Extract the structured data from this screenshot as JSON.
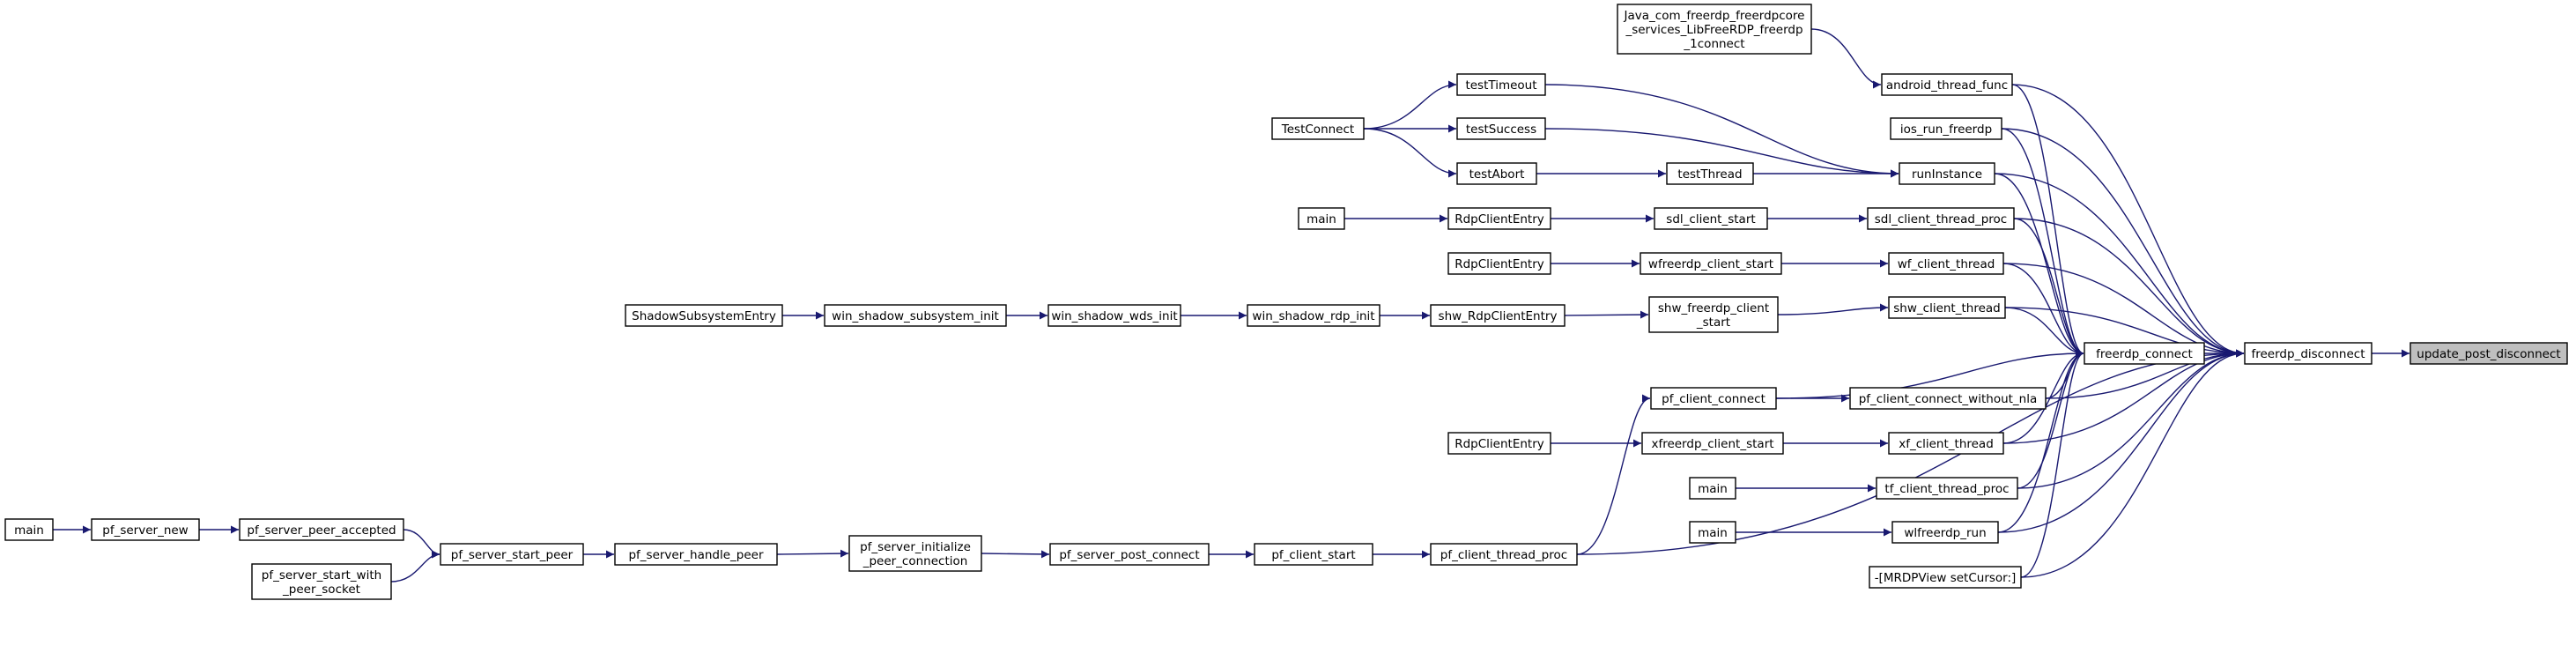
{
  "graph": {
    "title": "",
    "edge_color": "#191970",
    "root_fill": "#bfbfbf",
    "nodes": [
      {
        "id": "update_post_disconnect",
        "lines": [
          "update_post_disconnect"
        ]
      },
      {
        "id": "freerdp_disconnect",
        "lines": [
          "freerdp_disconnect"
        ]
      },
      {
        "id": "freerdp_connect",
        "lines": [
          "freerdp_connect"
        ]
      },
      {
        "id": "android_thread_func",
        "lines": [
          "android_thread_func"
        ]
      },
      {
        "id": "java_connect",
        "lines": [
          "Java_com_freerdp_freerdpcore",
          "_services_LibFreeRDP_freerdp",
          "_1connect"
        ]
      },
      {
        "id": "ios_run_freerdp",
        "lines": [
          "ios_run_freerdp"
        ]
      },
      {
        "id": "runInstance",
        "lines": [
          "runInstance"
        ]
      },
      {
        "id": "testTimeout",
        "lines": [
          "testTimeout"
        ]
      },
      {
        "id": "testSuccess",
        "lines": [
          "testSuccess"
        ]
      },
      {
        "id": "testAbort",
        "lines": [
          "testAbort"
        ]
      },
      {
        "id": "testThread",
        "lines": [
          "testThread"
        ]
      },
      {
        "id": "TestConnect",
        "lines": [
          "TestConnect"
        ]
      },
      {
        "id": "sdl_client_thread_proc",
        "lines": [
          "sdl_client_thread_proc"
        ]
      },
      {
        "id": "sdl_client_start",
        "lines": [
          "sdl_client_start"
        ]
      },
      {
        "id": "RdpClientEntry_1",
        "lines": [
          "RdpClientEntry"
        ]
      },
      {
        "id": "main_1",
        "lines": [
          "main"
        ]
      },
      {
        "id": "wf_client_thread",
        "lines": [
          "wf_client_thread"
        ]
      },
      {
        "id": "wfreerdp_client_start",
        "lines": [
          "wfreerdp_client_start"
        ]
      },
      {
        "id": "RdpClientEntry_2",
        "lines": [
          "RdpClientEntry"
        ]
      },
      {
        "id": "shw_client_thread",
        "lines": [
          "shw_client_thread"
        ]
      },
      {
        "id": "shw_freerdp_client_start",
        "lines": [
          "shw_freerdp_client",
          "_start"
        ]
      },
      {
        "id": "shw_RdpClientEntry",
        "lines": [
          "shw_RdpClientEntry"
        ]
      },
      {
        "id": "win_shadow_rdp_init",
        "lines": [
          "win_shadow_rdp_init"
        ]
      },
      {
        "id": "win_shadow_wds_init",
        "lines": [
          "win_shadow_wds_init"
        ]
      },
      {
        "id": "win_shadow_subsystem_init",
        "lines": [
          "win_shadow_subsystem_init"
        ]
      },
      {
        "id": "ShadowSubsystemEntry",
        "lines": [
          "ShadowSubsystemEntry"
        ]
      },
      {
        "id": "pf_client_connect",
        "lines": [
          "pf_client_connect"
        ]
      },
      {
        "id": "pf_client_connect_without_nla",
        "lines": [
          "pf_client_connect_without_nla"
        ]
      },
      {
        "id": "xf_client_thread",
        "lines": [
          "xf_client_thread"
        ]
      },
      {
        "id": "xfreerdp_client_start",
        "lines": [
          "xfreerdp_client_start"
        ]
      },
      {
        "id": "RdpClientEntry_3",
        "lines": [
          "RdpClientEntry"
        ]
      },
      {
        "id": "tf_client_thread_proc",
        "lines": [
          "tf_client_thread_proc"
        ]
      },
      {
        "id": "main_2",
        "lines": [
          "main"
        ]
      },
      {
        "id": "wlfreerdp_run",
        "lines": [
          "wlfreerdp_run"
        ]
      },
      {
        "id": "main_3",
        "lines": [
          "main"
        ]
      },
      {
        "id": "mrdpview_setcursor",
        "lines": [
          "-[MRDPView setCursor:]"
        ]
      },
      {
        "id": "pf_client_thread_proc",
        "lines": [
          "pf_client_thread_proc"
        ]
      },
      {
        "id": "pf_client_start",
        "lines": [
          "pf_client_start"
        ]
      },
      {
        "id": "pf_server_post_connect",
        "lines": [
          "pf_server_post_connect"
        ]
      },
      {
        "id": "pf_server_initialize_peer_connection",
        "lines": [
          "pf_server_initialize",
          "_peer_connection"
        ]
      },
      {
        "id": "pf_server_handle_peer",
        "lines": [
          "pf_server_handle_peer"
        ]
      },
      {
        "id": "pf_server_start_peer",
        "lines": [
          "pf_server_start_peer"
        ]
      },
      {
        "id": "pf_server_peer_accepted",
        "lines": [
          "pf_server_peer_accepted"
        ]
      },
      {
        "id": "pf_server_start_with_peer_socket",
        "lines": [
          "pf_server_start_with",
          "_peer_socket"
        ]
      },
      {
        "id": "pf_server_new",
        "lines": [
          "pf_server_new"
        ]
      },
      {
        "id": "main_4",
        "lines": [
          "main"
        ]
      }
    ],
    "edges": [
      [
        "freerdp_disconnect",
        "update_post_disconnect"
      ],
      [
        "freerdp_connect",
        "freerdp_disconnect"
      ],
      [
        "android_thread_func",
        "freerdp_disconnect"
      ],
      [
        "ios_run_freerdp",
        "freerdp_disconnect"
      ],
      [
        "runInstance",
        "freerdp_disconnect"
      ],
      [
        "sdl_client_thread_proc",
        "freerdp_disconnect"
      ],
      [
        "wf_client_thread",
        "freerdp_disconnect"
      ],
      [
        "shw_client_thread",
        "freerdp_disconnect"
      ],
      [
        "pf_client_connect_without_nla",
        "freerdp_disconnect"
      ],
      [
        "xf_client_thread",
        "freerdp_disconnect"
      ],
      [
        "tf_client_thread_proc",
        "freerdp_disconnect"
      ],
      [
        "wlfreerdp_run",
        "freerdp_disconnect"
      ],
      [
        "mrdpview_setcursor",
        "freerdp_disconnect"
      ],
      [
        "pf_client_thread_proc",
        "freerdp_disconnect"
      ],
      [
        "android_thread_func",
        "freerdp_connect"
      ],
      [
        "ios_run_freerdp",
        "freerdp_connect"
      ],
      [
        "runInstance",
        "freerdp_connect"
      ],
      [
        "sdl_client_thread_proc",
        "freerdp_connect"
      ],
      [
        "wf_client_thread",
        "freerdp_connect"
      ],
      [
        "shw_client_thread",
        "freerdp_connect"
      ],
      [
        "pf_client_connect",
        "freerdp_connect"
      ],
      [
        "pf_client_connect_without_nla",
        "freerdp_connect"
      ],
      [
        "xf_client_thread",
        "freerdp_connect"
      ],
      [
        "tf_client_thread_proc",
        "freerdp_connect"
      ],
      [
        "wlfreerdp_run",
        "freerdp_connect"
      ],
      [
        "mrdpview_setcursor",
        "freerdp_connect"
      ],
      [
        "java_connect",
        "android_thread_func"
      ],
      [
        "testTimeout",
        "runInstance"
      ],
      [
        "testSuccess",
        "runInstance"
      ],
      [
        "testThread",
        "runInstance"
      ],
      [
        "TestConnect",
        "testTimeout"
      ],
      [
        "TestConnect",
        "testSuccess"
      ],
      [
        "TestConnect",
        "testAbort"
      ],
      [
        "testAbort",
        "testThread"
      ],
      [
        "sdl_client_start",
        "sdl_client_thread_proc"
      ],
      [
        "RdpClientEntry_1",
        "sdl_client_start"
      ],
      [
        "main_1",
        "RdpClientEntry_1"
      ],
      [
        "wfreerdp_client_start",
        "wf_client_thread"
      ],
      [
        "RdpClientEntry_2",
        "wfreerdp_client_start"
      ],
      [
        "shw_freerdp_client_start",
        "shw_client_thread"
      ],
      [
        "shw_RdpClientEntry",
        "shw_freerdp_client_start"
      ],
      [
        "win_shadow_rdp_init",
        "shw_RdpClientEntry"
      ],
      [
        "win_shadow_wds_init",
        "win_shadow_rdp_init"
      ],
      [
        "win_shadow_subsystem_init",
        "win_shadow_wds_init"
      ],
      [
        "ShadowSubsystemEntry",
        "win_shadow_subsystem_init"
      ],
      [
        "pf_client_connect",
        "pf_client_connect_without_nla"
      ],
      [
        "pf_client_thread_proc",
        "pf_client_connect"
      ],
      [
        "xfreerdp_client_start",
        "xf_client_thread"
      ],
      [
        "RdpClientEntry_3",
        "xfreerdp_client_start"
      ],
      [
        "main_2",
        "tf_client_thread_proc"
      ],
      [
        "main_3",
        "wlfreerdp_run"
      ],
      [
        "pf_client_start",
        "pf_client_thread_proc"
      ],
      [
        "pf_server_post_connect",
        "pf_client_start"
      ],
      [
        "pf_server_initialize_peer_connection",
        "pf_server_post_connect"
      ],
      [
        "pf_server_handle_peer",
        "pf_server_initialize_peer_connection"
      ],
      [
        "pf_server_start_peer",
        "pf_server_handle_peer"
      ],
      [
        "pf_server_peer_accepted",
        "pf_server_start_peer"
      ],
      [
        "pf_server_start_with_peer_socket",
        "pf_server_start_peer"
      ],
      [
        "pf_server_new",
        "pf_server_peer_accepted"
      ],
      [
        "main_4",
        "pf_server_new"
      ]
    ]
  }
}
